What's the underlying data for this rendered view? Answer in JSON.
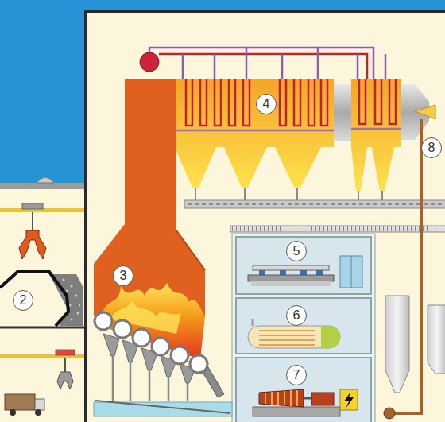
{
  "diagram": {
    "labels": [
      "2",
      "3",
      "4",
      "5",
      "6",
      "7",
      "8"
    ]
  }
}
